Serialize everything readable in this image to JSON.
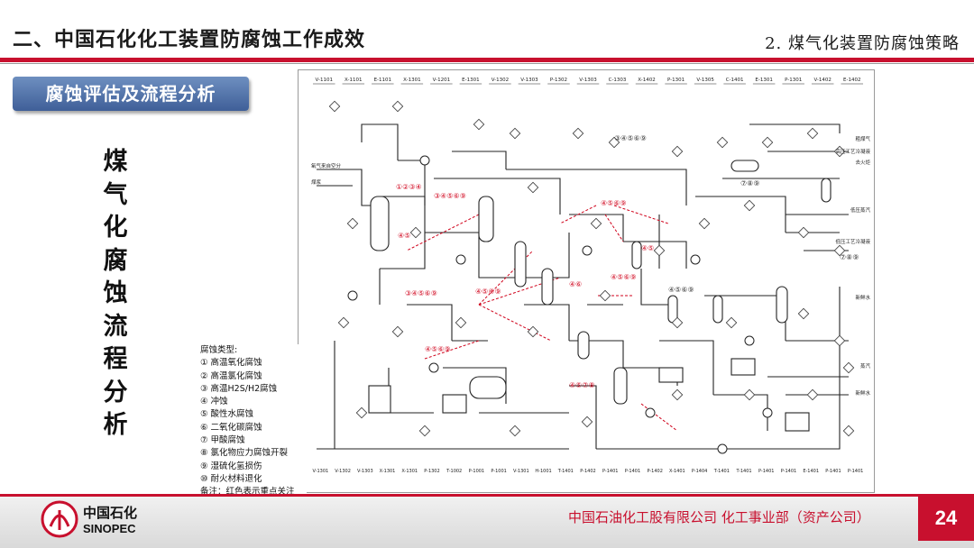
{
  "header": {
    "title": "二、中国石化化工装置防腐蚀工作成效",
    "subtitle": "2. 煤气化装置防腐蚀策略"
  },
  "section_badge": "腐蚀评估及流程分析",
  "vertical_title": "煤气化腐蚀流程分析",
  "legend": {
    "heading": "腐蚀类型:",
    "items": [
      "① 高温氧化腐蚀",
      "② 高温氯化腐蚀",
      "③ 高温H2S/H2腐蚀",
      "④ 冲蚀",
      "⑤ 酸性水腐蚀",
      "⑥ 二氧化碳腐蚀",
      "⑦ 甲酸腐蚀",
      "⑧ 氯化物应力腐蚀开裂",
      "⑨ 湿硫化氢损伤",
      "⑩ 耐火材料退化"
    ],
    "note": "备注：红色表示重点关注"
  },
  "diagram": {
    "top_tags": [
      "V-1101",
      "X-1101",
      "E-1101",
      "X-1301",
      "V-1201",
      "E-1301",
      "V-1302",
      "V-1303",
      "P-1302",
      "V-1303",
      "C-1303",
      "X-1402",
      "P-1301",
      "V-1305",
      "C-1401",
      "E-1301",
      "P-1301",
      "V-1402",
      "E-1402"
    ],
    "bottom_tags": [
      "V-1301",
      "V-1302",
      "V-1303",
      "X-1301",
      "X-1301",
      "P-1302",
      "T-1002",
      "P-1001",
      "P-1001",
      "V-1301",
      "H-1001",
      "T-1401",
      "P-1402",
      "P-1401",
      "P-1401",
      "P-1402",
      "X-1401",
      "P-1404",
      "T-1401",
      "T-1401",
      "P-1401",
      "P-1401",
      "E-1401",
      "P-1401",
      "P-1401"
    ],
    "right_streams": [
      "粗煤气",
      "高压工艺冷凝液",
      "去火炬",
      "低压蒸汽",
      "低压工艺冷凝液",
      "新鲜水",
      "蒸汽",
      "新鲜水"
    ],
    "left_streams": [
      "氧气来自空分",
      "煤浆"
    ],
    "red_callouts": [
      "①②③④",
      "③④⑤⑥⑨",
      "④⑤",
      "③④⑤⑥⑨",
      "④⑤⑥⑨",
      "④⑤⑥⑨",
      "④⑥",
      "④⑤⑥⑨",
      "④⑤",
      "④⑤⑥⑨",
      "④⑤⑦⑧"
    ],
    "black_callouts": [
      "③④⑤⑥⑨",
      "⑦⑧⑨",
      "④⑤⑥⑨",
      "⑦⑧⑨"
    ]
  },
  "footer": {
    "logo_cn": "中国石化",
    "logo_en": "SINOPEC",
    "org": "中国石油化工股有限公司  化工事业部（资产公司）",
    "page": "24"
  }
}
